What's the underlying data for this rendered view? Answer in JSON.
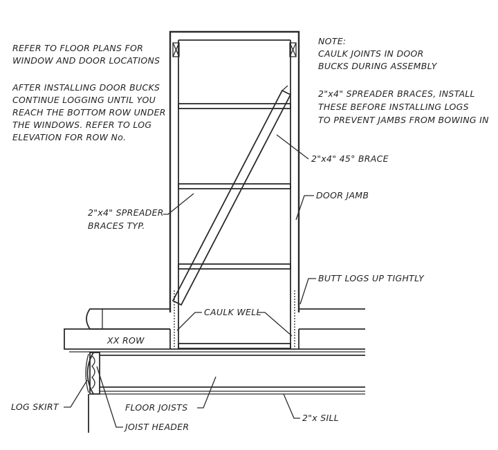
{
  "notes": {
    "left_top": [
      "REFER TO FLOOR PLANS FOR",
      "WINDOW AND DOOR LOCATIONS"
    ],
    "left_mid": [
      "AFTER INSTALLING DOOR BUCKS",
      "CONTINUE LOGGING UNTIL YOU",
      "REACH THE BOTTOM ROW UNDER",
      "THE WINDOWS. REFER TO LOG",
      "ELEVATION FOR ROW No."
    ],
    "right_top": [
      "NOTE:",
      "CAULK JOINTS IN DOOR",
      "BUCKS DURING ASSEMBLY"
    ],
    "right_mid": [
      "2\"x4\" SPREADER BRACES, INSTALL",
      "THESE BEFORE INSTALLING LOGS",
      "TO PREVENT JAMBS FROM BOWING IN"
    ]
  },
  "labels": {
    "brace_45": "2\"x4\" 45° BRACE",
    "door_jamb": "DOOR JAMB",
    "spreader_typ": [
      "2\"x4\" SPREADER",
      "BRACES TYP."
    ],
    "butt_logs": "BUTT LOGS UP TIGHTLY",
    "caulk_well": "CAULK WELL",
    "xx_row": "XX ROW",
    "log_skirt": "LOG SKIRT",
    "floor_joists": "FLOOR JOISTS",
    "joist_header": "JOIST HEADER",
    "sill": "2\"x SILL"
  },
  "colors": {
    "ink": "#2a2a2a",
    "paper": "#ffffff"
  }
}
